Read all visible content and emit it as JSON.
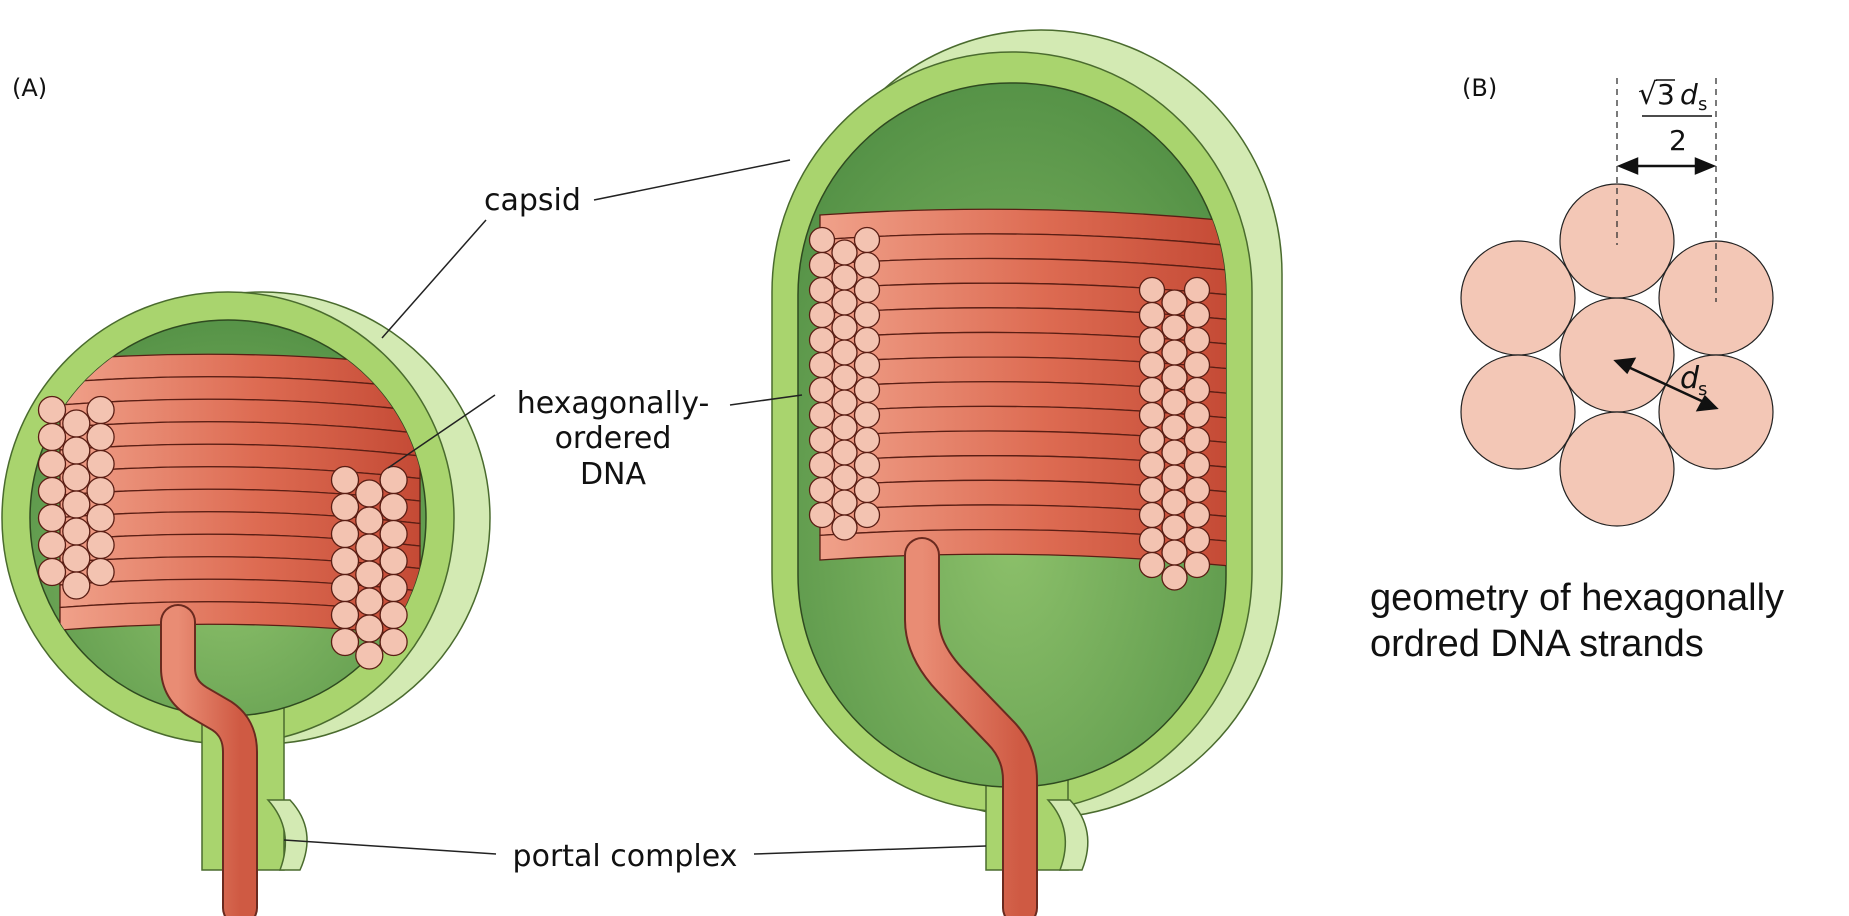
{
  "panels": {
    "a": "(A)",
    "b": "(B)"
  },
  "callouts": {
    "capsid": "capsid",
    "hex_dna": [
      "hexagonally-",
      "ordered",
      "DNA"
    ],
    "portal": "portal complex"
  },
  "geometry_labels": {
    "sqrt_symbol": "√",
    "three": "3",
    "d": "d",
    "sub_s": "s",
    "denominator": "2"
  },
  "caption": [
    "geometry of hexagonally",
    "ordred DNA strands"
  ],
  "colors": {
    "capsid_outer": "#a9d46e",
    "capsid_back": "#d3eab3",
    "capsid_inner": "#5c9a4c",
    "dna_band": "#d86650",
    "dna_dark": "#b5412f",
    "dna_circle": "#f3c3b1",
    "tail": "#e27a62"
  }
}
